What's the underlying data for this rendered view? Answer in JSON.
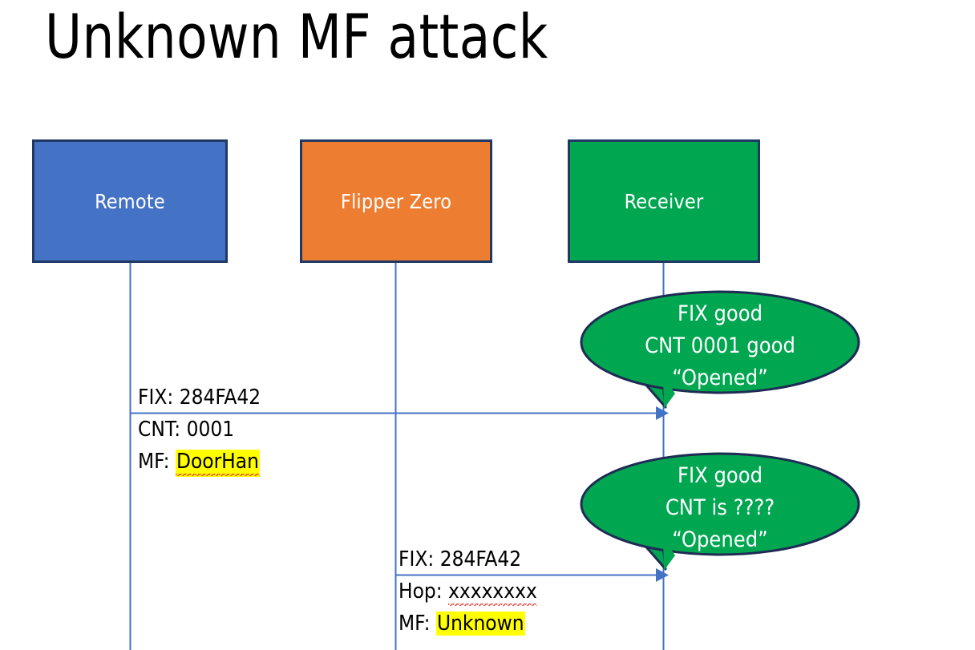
{
  "slide": {
    "title": "Unknown MF attack",
    "background_color": "#FFFFFF"
  },
  "colors": {
    "remote_fill": "#4472C4",
    "flipper_fill": "#ED7D31",
    "receiver_fill": "#00A650",
    "box_border": "#1F3864",
    "lifeline": "#4472C4",
    "highlight": "#FFFF00",
    "spellcheck_underline": "#E8463A",
    "bubble_fill": "#00A650",
    "bubble_border": "#1F2B54",
    "text_dark": "#000000",
    "text_light": "#FFFFFF"
  },
  "actors": [
    {
      "id": "remote",
      "label": "Remote",
      "fill": "#4472C4"
    },
    {
      "id": "flipper",
      "label": "Flipper Zero",
      "fill": "#ED7D31"
    },
    {
      "id": "receiver",
      "label": "Receiver",
      "fill": "#00A650"
    }
  ],
  "messages": [
    {
      "id": "msg-1",
      "from": "remote",
      "to": "receiver",
      "lines": [
        {
          "prefix": "FIX: ",
          "value": "284FA42",
          "highlight": false,
          "spellcheck_error": false
        },
        {
          "prefix": "CNT: ",
          "value": "0001",
          "highlight": false,
          "spellcheck_error": false
        },
        {
          "prefix": "MF: ",
          "value": "DoorHan",
          "highlight": true,
          "spellcheck_error": true
        }
      ]
    },
    {
      "id": "msg-2",
      "from": "flipper",
      "to": "receiver",
      "lines": [
        {
          "prefix": "FIX: ",
          "value": "284FA42",
          "highlight": false,
          "spellcheck_error": false
        },
        {
          "prefix": "Hop: ",
          "value": "xxxxxxxx",
          "highlight": false,
          "spellcheck_error": true
        },
        {
          "prefix": "MF: ",
          "value": "Unknown",
          "highlight": true,
          "spellcheck_error": false
        }
      ]
    }
  ],
  "bubbles": [
    {
      "id": "bubble-1",
      "attached_to": "msg-1",
      "lines": [
        "FIX good",
        "CNT 0001 good",
        "“Opened”"
      ]
    },
    {
      "id": "bubble-2",
      "attached_to": "msg-2",
      "lines": [
        "FIX good",
        "CNT is ????",
        "“Opened”"
      ]
    }
  ]
}
